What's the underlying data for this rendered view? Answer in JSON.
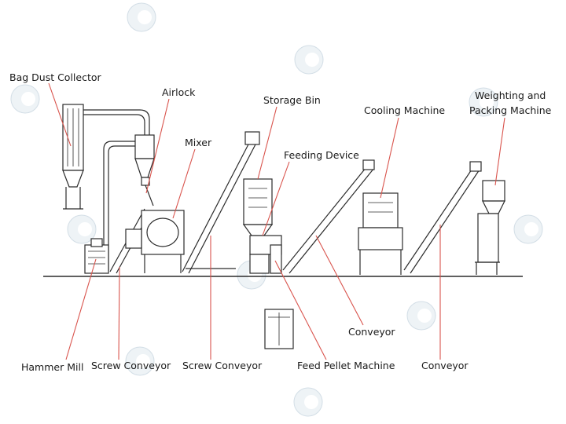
{
  "diagram": {
    "labels": {
      "bag_dust_collector": "Bag Dust Collector",
      "airlock": "Airlock",
      "storage_bin": "Storage Bin",
      "cooling_machine": "Cooling Machine",
      "weighting_line1": "Weighting and",
      "weighting_line2": "Packing Machine",
      "mixer": "Mixer",
      "feeding_device": "Feeding Device",
      "conveyor_mid": "Conveyor",
      "hammer_mill": "Hammer Mill",
      "screw_conveyor_1": "Screw Conveyor",
      "screw_conveyor_2": "Screw Conveyor",
      "feed_pellet_machine": "Feed Pellet Machine",
      "conveyor_right": "Conveyor"
    },
    "colors": {
      "machine_line": "#2b2b2b",
      "leader_line": "#d9544d",
      "watermark": "#d3dee6"
    }
  }
}
